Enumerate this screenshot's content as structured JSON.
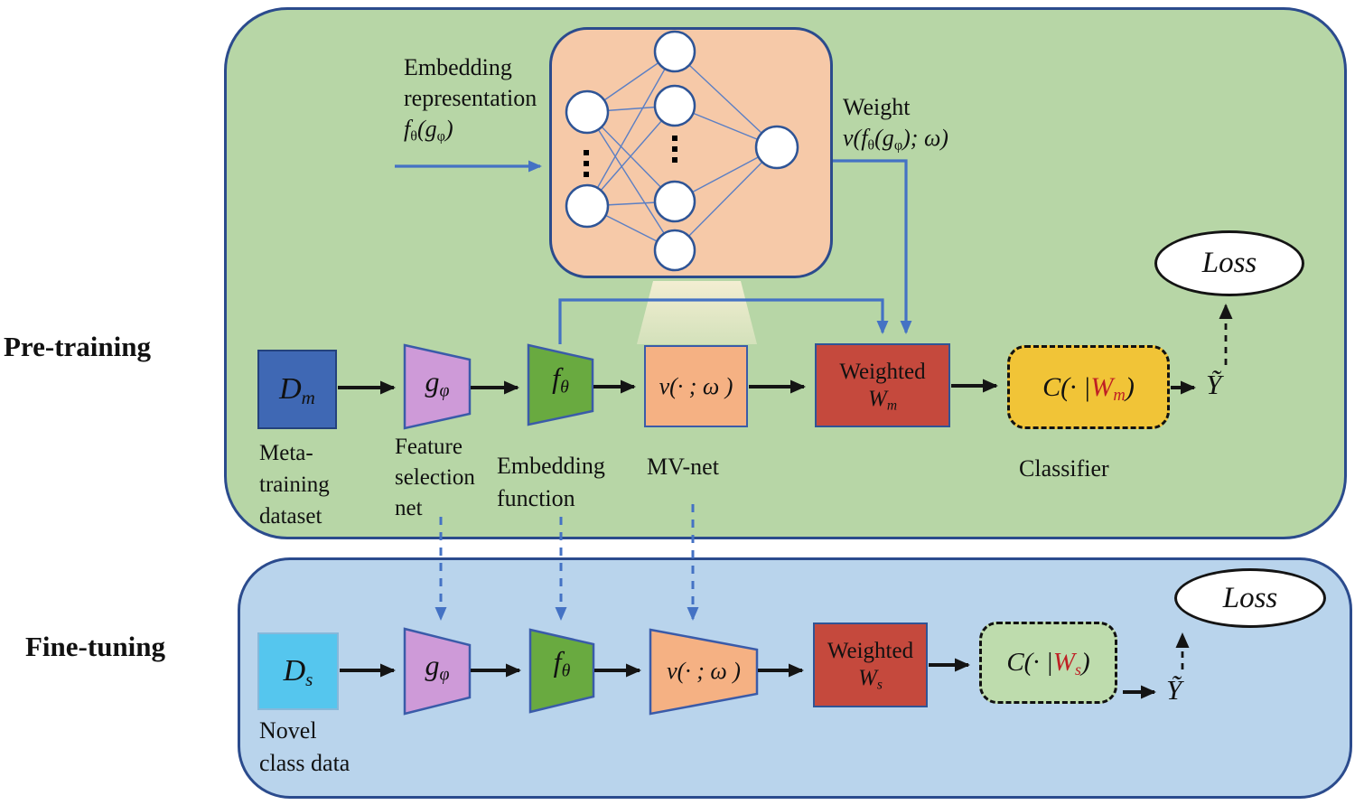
{
  "sections": {
    "pretraining": {
      "label": "Pre-training",
      "dataset": {
        "base": "D",
        "sub": "m",
        "caption_lines": [
          "Meta-",
          "training",
          "dataset"
        ]
      },
      "feature_net": {
        "base": "g",
        "sub": "φ",
        "caption_lines": [
          "Feature",
          "selection",
          "net"
        ]
      },
      "embedding_fn": {
        "base": "f",
        "sub": "θ",
        "caption_lines": [
          "Embedding",
          "function"
        ]
      },
      "mv_net": {
        "formula": "v(· ;  ω  )",
        "caption": "MV-net"
      },
      "weighted": {
        "line1": "Weighted",
        "base": "W",
        "sub": "m"
      },
      "classifier": {
        "prefix": "C(· |",
        "w": "W",
        "wsub": "m",
        "suffix": ")",
        "caption": "Classifier"
      },
      "output": "Ỹ",
      "loss": "Loss",
      "annotations": {
        "embedding_repr": {
          "line1": "Embedding",
          "line2": "representation",
          "p1": "f",
          "s1": "θ",
          "p2": "(g",
          "s2": "φ",
          "p3": ")"
        },
        "weight": {
          "line1": "Weight",
          "p1": "v(f",
          "s1": "θ",
          "p2": "(g",
          "s2": "φ",
          "p3": "); ω)"
        }
      }
    },
    "finetuning": {
      "label": "Fine-tuning",
      "dataset": {
        "base": "D",
        "sub": "s",
        "caption_lines": [
          "Novel",
          "class data"
        ]
      },
      "feature_net": {
        "base": "g",
        "sub": "φ"
      },
      "embedding_fn": {
        "base": "f",
        "sub": "θ"
      },
      "mv_net": {
        "formula": "v(· ;  ω  )"
      },
      "weighted": {
        "line1": "Weighted",
        "base": "W",
        "sub": "s"
      },
      "classifier": {
        "prefix": "C(· |",
        "w": "W",
        "wsub": "s",
        "suffix": ")"
      },
      "output": "Ỹ",
      "loss": "Loss"
    }
  },
  "colors": {
    "panel_green": "#b7d6a6",
    "panel_blue": "#b9d4ec",
    "panel_border": "#2b4b8d",
    "network_fill": "#f6c9a8",
    "node_border": "#2e5496",
    "edge_blue": "#5b7fc4",
    "dm_fill": "#3f68b4",
    "ds_fill": "#55c6ee",
    "gphi_fill": "#ce9ad8",
    "ftheta_fill": "#69aa40",
    "mv_fill": "#f5b183",
    "weighted_fill": "#c5493d",
    "classifier_yellow": "#f1c437",
    "classifier_green": "#bedcad",
    "w_red": "#bf1f24",
    "arrow_black": "#141414",
    "arrow_blue": "#4472c4"
  }
}
